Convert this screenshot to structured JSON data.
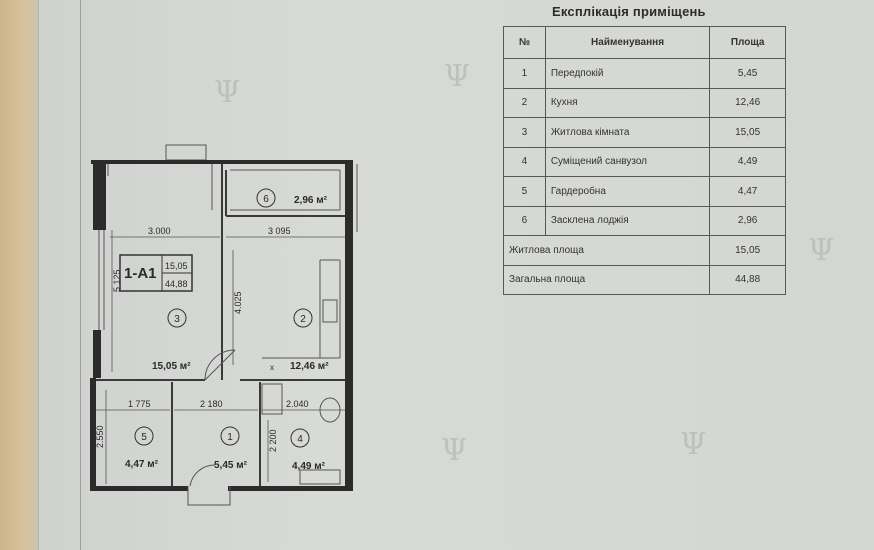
{
  "explication": {
    "title": "Експлікація приміщень",
    "columns": {
      "num": "№",
      "name": "Найменування",
      "area": "Площа"
    },
    "rows": [
      {
        "num": "1",
        "name": "Передпокій",
        "area": "5,45"
      },
      {
        "num": "2",
        "name": "Кухня",
        "area": "12,46"
      },
      {
        "num": "3",
        "name": "Житлова кімната",
        "area": "15,05"
      },
      {
        "num": "4",
        "name": "Суміщений санвузол",
        "area": "4,49"
      },
      {
        "num": "5",
        "name": "Гардеробна",
        "area": "4,47"
      },
      {
        "num": "6",
        "name": "Засклена лоджія",
        "area": "2,96"
      }
    ],
    "living_area": {
      "label": "Житлова площа",
      "value": "15,05"
    },
    "total_area": {
      "label": "Загальна площа",
      "value": "44,88"
    }
  },
  "plan": {
    "apartment_code": "1-А1",
    "living_area": "15,05",
    "total_area": "44,88",
    "rooms": {
      "r1": {
        "num": "1",
        "area": "5,45 м²"
      },
      "r2": {
        "num": "2",
        "area": "12,46 м²"
      },
      "r3": {
        "num": "3",
        "area": "15,05 м²"
      },
      "r4": {
        "num": "4",
        "area": "4,49 м²"
      },
      "r5": {
        "num": "5",
        "area": "4,47 м²"
      },
      "r6": {
        "num": "6",
        "area": "2,96 м²"
      }
    },
    "dimensions": {
      "d3000": "3.000",
      "d3095": "3 095",
      "d5125": "5 125",
      "d4025": "4.025",
      "d1775": "1 775",
      "d2180": "2 180",
      "d2040": "2.040",
      "d2550": "2.550",
      "d2200": "2 200"
    },
    "marks": {
      "x": "x"
    }
  },
  "watermark": {
    "symbol": "Ψ"
  },
  "colors": {
    "wall": "#2b2b2b",
    "line": "#3a3a3a",
    "paper": "#d4d6d2"
  }
}
